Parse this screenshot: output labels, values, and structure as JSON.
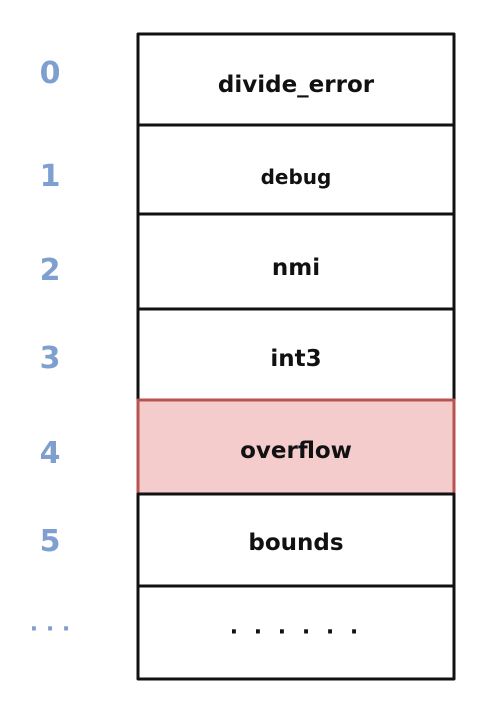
{
  "table": {
    "rows": [
      {
        "index": "0",
        "label": "divide_error",
        "highlighted": false
      },
      {
        "index": "1",
        "label": "debug",
        "highlighted": false
      },
      {
        "index": "2",
        "label": "nmi",
        "highlighted": false
      },
      {
        "index": "3",
        "label": "int3",
        "highlighted": false
      },
      {
        "index": "4",
        "label": "overflow",
        "highlighted": true
      },
      {
        "index": "5",
        "label": "bounds",
        "highlighted": false
      },
      {
        "index": "· · ·",
        "label": "· · · · · ·",
        "highlighted": false
      }
    ]
  },
  "colors": {
    "index_text": "#7f9fcf",
    "cell_fill": "#ffffff",
    "highlight_fill": "#f4cccc",
    "highlight_stroke": "#b85450",
    "border": "#111111"
  }
}
